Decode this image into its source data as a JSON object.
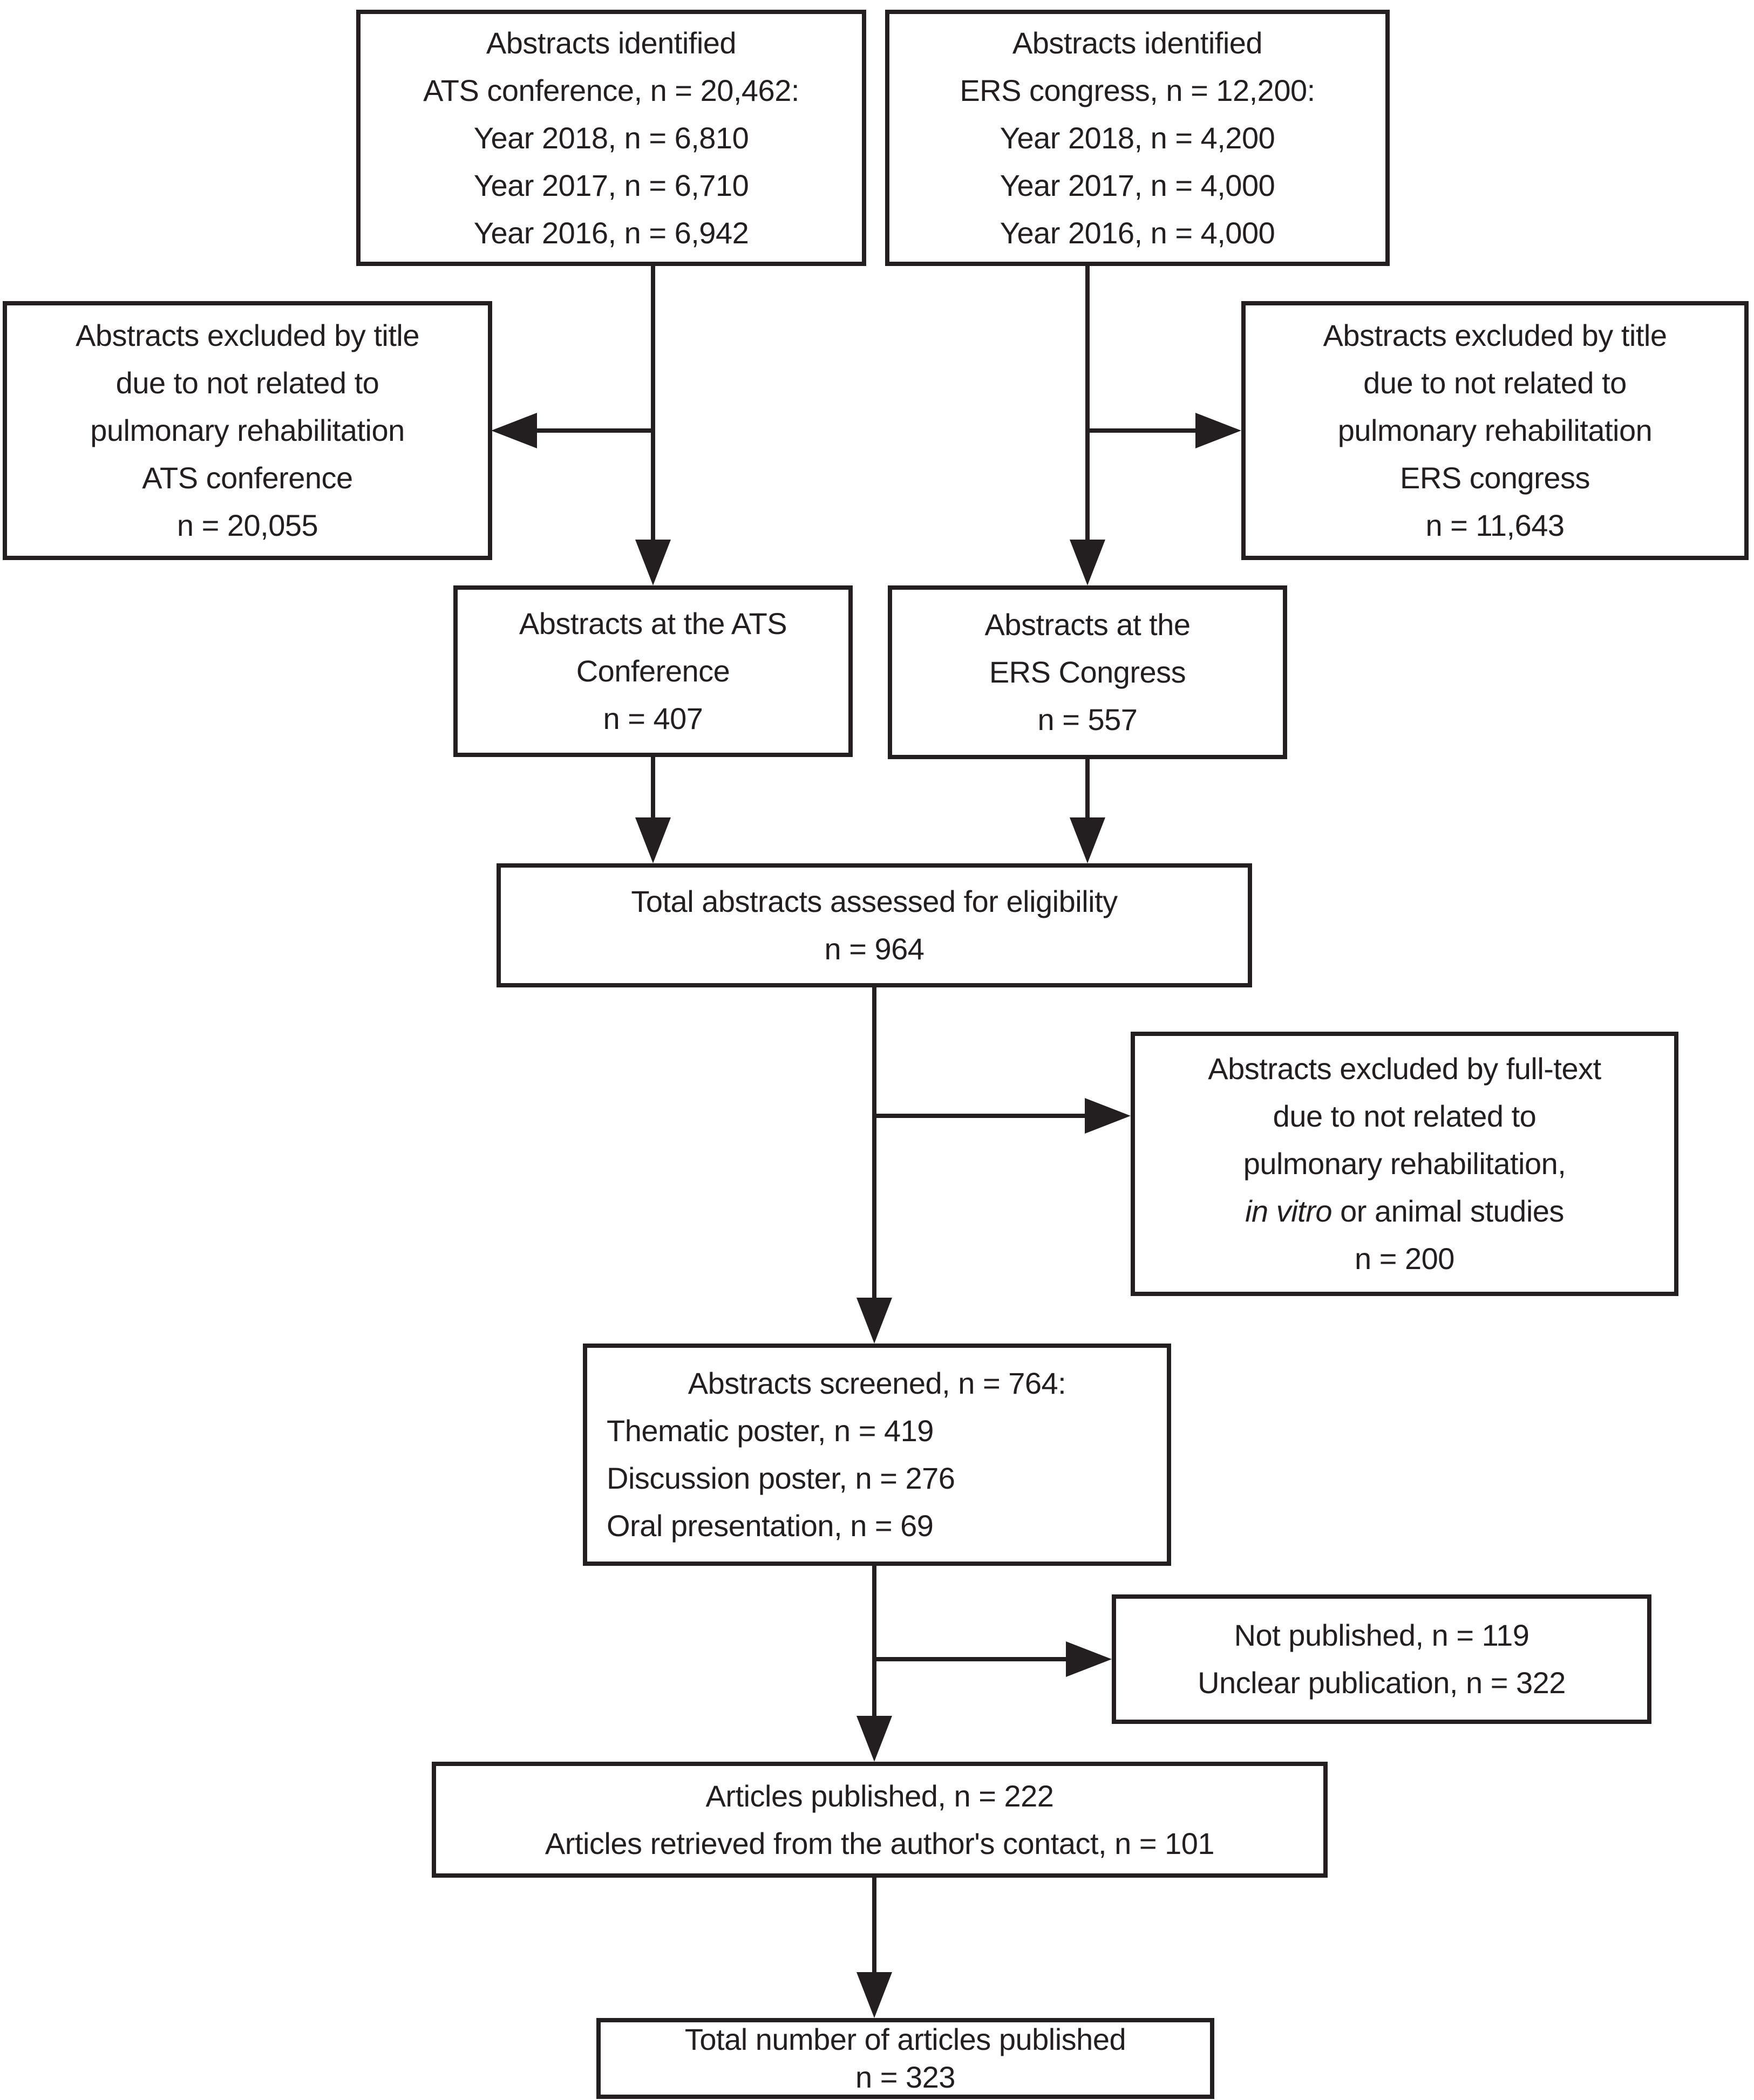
{
  "diagram": {
    "type": "flowchart",
    "colors": {
      "ink": "#231f20",
      "background": "#ffffff"
    },
    "nodes": {
      "ats_identified": {
        "lines": [
          "Abstracts identified",
          "ATS conference, n = 20,462:",
          "Year 2018, n = 6,810",
          "Year 2017, n = 6,710",
          "Year 2016, n = 6,942"
        ]
      },
      "ers_identified": {
        "lines": [
          "Abstracts identified",
          "ERS congress, n = 12,200:",
          "Year 2018, n = 4,200",
          "Year 2017, n = 4,000",
          "Year 2016, n = 4,000"
        ]
      },
      "ats_excluded_title": {
        "lines": [
          "Abstracts excluded by title",
          "due to not related to",
          "pulmonary rehabilitation",
          "ATS conference",
          "n = 20,055"
        ]
      },
      "ers_excluded_title": {
        "lines": [
          "Abstracts excluded by title",
          "due to not related to",
          "pulmonary rehabilitation",
          "ERS congress",
          "n = 11,643"
        ]
      },
      "ats_conference": {
        "lines": [
          "Abstracts at the ATS",
          "Conference",
          "n = 407"
        ]
      },
      "ers_congress": {
        "lines": [
          "Abstracts at the",
          "ERS Congress",
          "n = 557"
        ]
      },
      "total_assessed": {
        "lines": [
          "Total abstracts assessed for eligibility",
          "n = 964"
        ]
      },
      "excluded_fulltext": {
        "lines": [
          "Abstracts excluded by full-text",
          "due to not related to",
          "pulmonary rehabilitation,"
        ],
        "line4_italic": "in vitro",
        "line4_rest": " or animal studies",
        "line5": "n = 200"
      },
      "screened": {
        "lines": [
          "Abstracts screened, n = 764:",
          "Thematic poster, n = 419",
          "Discussion poster, n = 276",
          "Oral presentation, n = 69"
        ]
      },
      "not_published": {
        "lines": [
          "Not published, n = 119",
          "Unclear publication, n = 322"
        ]
      },
      "published": {
        "lines": [
          "Articles published, n = 222",
          "Articles retrieved from the author's contact, n = 101"
        ]
      },
      "total_published": {
        "lines": [
          "Total number of articles published",
          "n = 323"
        ]
      }
    }
  }
}
